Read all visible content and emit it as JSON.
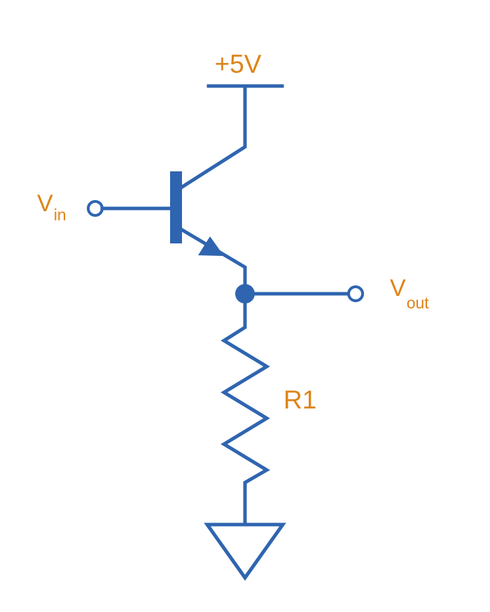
{
  "colors": {
    "wire": "#2f65b0",
    "label": "#de8418",
    "background": "#ffffff"
  },
  "labels": {
    "supply": "+5V",
    "vin_main": "V",
    "vin_sub": "in",
    "vout_main": "V",
    "vout_sub": "out",
    "resistor": "R1"
  }
}
